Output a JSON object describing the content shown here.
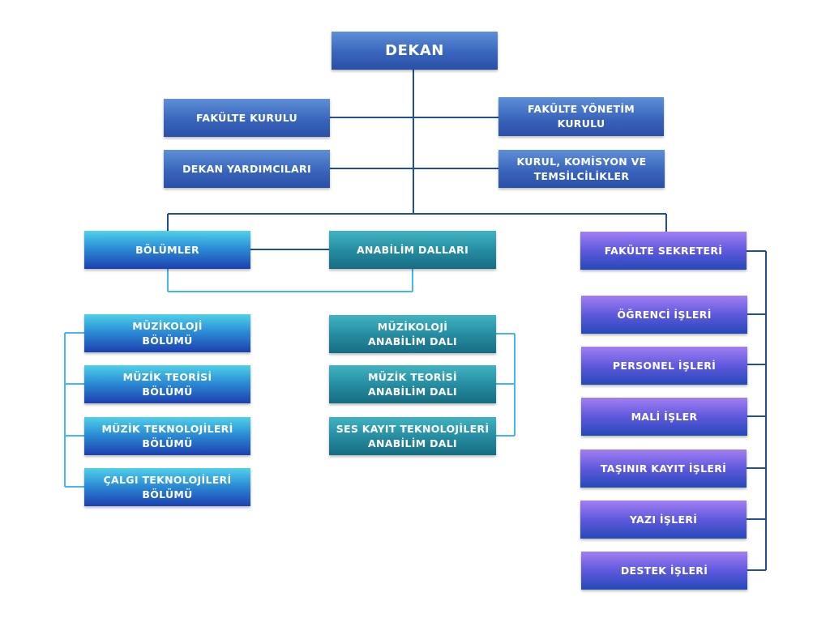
{
  "org": {
    "dekan": "DEKAN",
    "fakulte_kurulu": "FAKÜLTE KURULU",
    "fakulte_yonetim_kurulu": "FAKÜLTE YÖNETİM KURULU",
    "dekan_yardimcilari": "DEKAN YARDIMCILARI",
    "kurul_komisyon": "KURUL, KOMİSYON VE TEMSİLCİLİKLER",
    "bolumler": "BÖLÜMLER",
    "anabilim_dallari": "ANABİLİM DALLARI",
    "fakulte_sekreteri": "FAKÜLTE SEKRETERİ",
    "bolum_list": [
      {
        "line1": "MÜZİKOLOJİ",
        "line2": "BÖLÜMÜ"
      },
      {
        "line1": "MÜZİK TEORİSİ",
        "line2": "BÖLÜMÜ"
      },
      {
        "line1": "MÜZİK TEKNOLOJİLERİ",
        "line2": "BÖLÜMÜ"
      },
      {
        "line1": "ÇALGI TEKNOLOJİLERİ",
        "line2": "BÖLÜMÜ"
      }
    ],
    "anabilim_list": [
      {
        "line1": "MÜZİKOLOJİ",
        "line2": "ANABİLİM DALI"
      },
      {
        "line1": "MÜZİK TEORİSİ",
        "line2": "ANABİLİM DALI"
      },
      {
        "line1": "SES KAYIT TEKNOLOJİLERİ",
        "line2": "ANABİLİM DALI"
      }
    ],
    "sekreterlik_list": [
      "ÖĞRENCİ İŞLERİ",
      "PERSONEL İŞLERİ",
      "MALİ İŞLER",
      "TAŞINIR KAYIT İŞLERİ",
      "YAZI İŞLERİ",
      "DESTEK İŞLERİ"
    ]
  }
}
